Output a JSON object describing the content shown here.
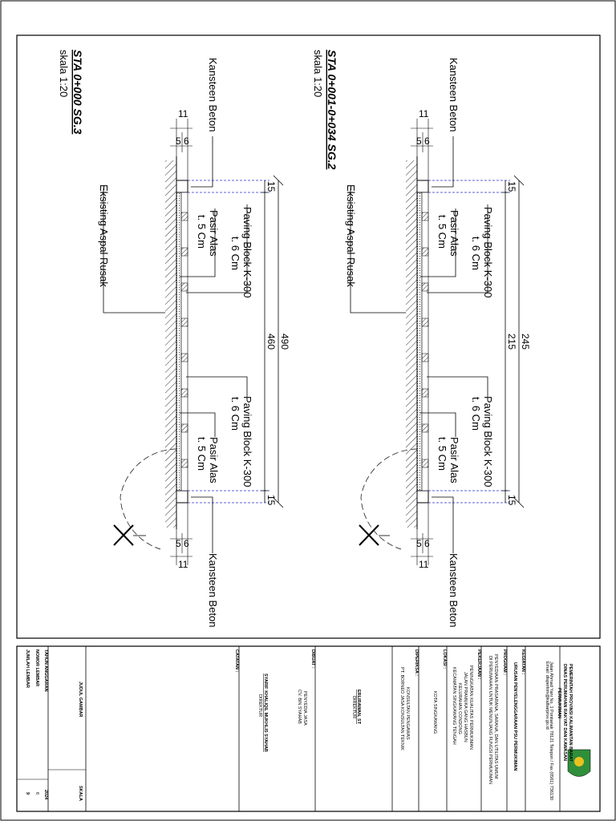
{
  "sections": [
    {
      "title": "STA 0+001-0+034 SG.2",
      "scale": "skala 1:20",
      "kanstin_top": "Kansteen Beton",
      "kanstin_bottom": "Kansteen Beton",
      "dim_total": "245",
      "dim_inner": "215",
      "dim_end_top": "15",
      "dim_end_bottom": "15",
      "dim_k_top_11": "11",
      "dim_k_top_56": "5 6",
      "dim_k_bot_11": "11",
      "dim_k_bot_56": "5 6",
      "paving_1": "Paving Block K-300",
      "paving_1_t": "t. 6 Cm",
      "pasir_1": "Pasir Alas",
      "pasir_1_t": "t. 5 Cm",
      "paving_2": "Paving Block K-300",
      "paving_2_t": "t. 6 Cm",
      "pasir_2": "Pasir Alas",
      "pasir_2_t": "t. 5 Cm",
      "existing": "Eksisting Aspal Rusak"
    },
    {
      "title": "STA 0+000 SG.3",
      "scale": "skala 1:20",
      "kanstin_top": "Kansteen Beton",
      "kanstin_bottom": "Kansteen Beton",
      "dim_total": "490",
      "dim_inner": "460",
      "dim_end_top": "15",
      "dim_end_bottom": "15",
      "dim_k_top_11": "11",
      "dim_k_top_56": "5 6",
      "dim_k_bot_11": "11",
      "dim_k_bot_56": "5 6",
      "paving_1": "Paving Block K-300",
      "paving_1_t": "t. 6 Cm",
      "pasir_1": "Pasir Alas",
      "pasir_1_t": "t. 5 Cm",
      "paving_2": "Paving Block K-300",
      "paving_2_t": "t. 6 Cm",
      "pasir_2": "Pasir Alas",
      "pasir_2_t": "t. 5 Cm",
      "existing": "Eksisting Aspal Rusak"
    }
  ],
  "title_block": {
    "agency_1": "PEMERINTAH PROVINSI KALIMANTAN BARAT",
    "agency_2": "DINAS PERUMAHAN RAKYAT DAN KAWASAN",
    "agency_3": "PERMUKIMAN",
    "address_1": "Jalan Ahmad Yani No. 1 Pontianak 78121 Telepon / Fax (0561) 736130",
    "address_2": "Email: disperkim@kalbarprov.go.id",
    "kegiatan_label": "KEGIATAN :",
    "kegiatan_value": "URUSAN PENYELENGGARAAN PSU PERMUKIMAN",
    "program_label": "PROGRAM :",
    "program_value_1": "PENYEDIAAN PRASARANA, SARANA, DAN UTILITAS UMUM",
    "program_value_2": "DI PERUMAHAN UNTUK MENUNJANG FUNGSI PERMUKIMAN",
    "pekerjaan_label": "PEKERJAAN :",
    "pekerjaan_value_1": "PENINGKATAN KUALITAS PERMUKIMAN",
    "pekerjaan_value_2": "JALAN PRAMUKA GANG HASBUN",
    "pekerjaan_value_3": "KELURAHAN CONDONG",
    "pekerjaan_value_4": "KECAMATAN SINGKAWANG TENGAH",
    "lokasi_label": "LOKASI :",
    "lokasi_value": "KOTA SINGKAWANG",
    "diperiksa_label": "DIPERIKSA :",
    "diperiksa_value_1": "KONSULTAN PENGAWAS",
    "diperiksa_value_2": "PT. BORNEO JASA KONSULTAN TEKNIK",
    "diperiksa_name": "ERLIRAWAN, ST",
    "diperiksa_title": "DIREKTUR",
    "dibuat_label": "DIBUAT :",
    "dibuat_value_1": "PENYEDIA JASA",
    "dibuat_value_2": "CV. BIN SYAHAB",
    "dibuat_name": "SYARIF KHALIQIL MUKHLIS SYAHAB",
    "dibuat_title": "DIREKTUR",
    "catatan_label": "CATATAN :",
    "judul_label": "JUDUL GAMBAR",
    "skala_label": "SKALA",
    "tahun_label": "TAHUN ANGGARAN",
    "tahun_value": "2024",
    "nomor_label": "NOMOR LEMBAR",
    "nomor_value": "6",
    "jumlah_label": "JUMLAH LEMBAR",
    "jumlah_value": "9"
  },
  "colors": {
    "line": "#000000",
    "dim_dash": "#2233cc",
    "logo_green": "#2f8f3a",
    "logo_yellow": "#e8c320"
  }
}
